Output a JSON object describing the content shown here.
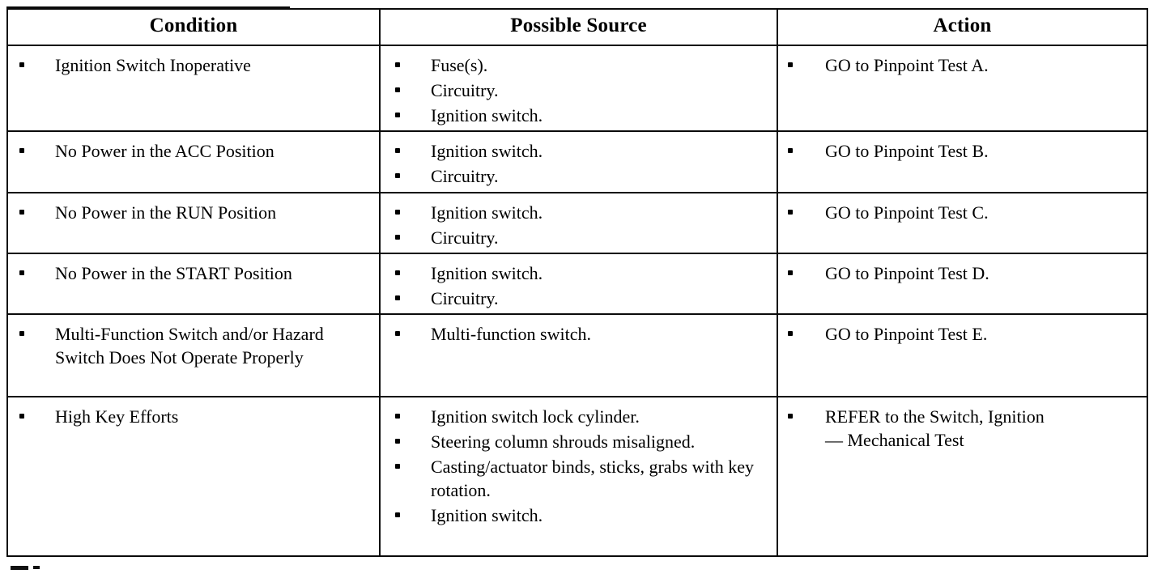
{
  "document": {
    "type": "diagnostic-symptom-chart",
    "bullet_glyph": "•"
  },
  "table": {
    "headers": {
      "condition": "Condition",
      "possible_source": "Possible Source",
      "action": "Action"
    },
    "rows": [
      {
        "condition": [
          "Ignition Switch Inoperative"
        ],
        "possible_source": [
          "Fuse(s).",
          "Circuitry.",
          "Ignition switch."
        ],
        "action": [
          "GO to Pinpoint Test A."
        ]
      },
      {
        "condition": [
          "No Power in the ACC Position"
        ],
        "possible_source": [
          "Ignition switch.",
          "Circuitry."
        ],
        "action": [
          "GO to Pinpoint Test B."
        ]
      },
      {
        "condition": [
          "No Power in the RUN Position"
        ],
        "possible_source": [
          "Ignition switch.",
          "Circuitry."
        ],
        "action": [
          "GO to Pinpoint Test C."
        ]
      },
      {
        "condition": [
          "No Power in the START Position"
        ],
        "possible_source": [
          "Ignition switch.",
          "Circuitry."
        ],
        "action": [
          "GO to Pinpoint Test D."
        ]
      },
      {
        "condition": [
          "Multi-Function Switch and/or Hazard Switch Does Not Operate Properly"
        ],
        "possible_source": [
          "Multi-function switch."
        ],
        "action": [
          "GO to Pinpoint Test E."
        ]
      },
      {
        "condition": [
          "High Key Efforts"
        ],
        "possible_source": [
          "Ignition switch lock cylinder.",
          "Steering column shrouds misaligned.",
          "Casting/actuator binds, sticks, grabs with key rotation.",
          "Ignition switch."
        ],
        "action_line_1": "REFER to the Switch, Ignition",
        "action_line_2": "— Mechanical Test"
      }
    ]
  },
  "colors": {
    "ink": "#0a0a0a",
    "paper": "#ffffff"
  }
}
